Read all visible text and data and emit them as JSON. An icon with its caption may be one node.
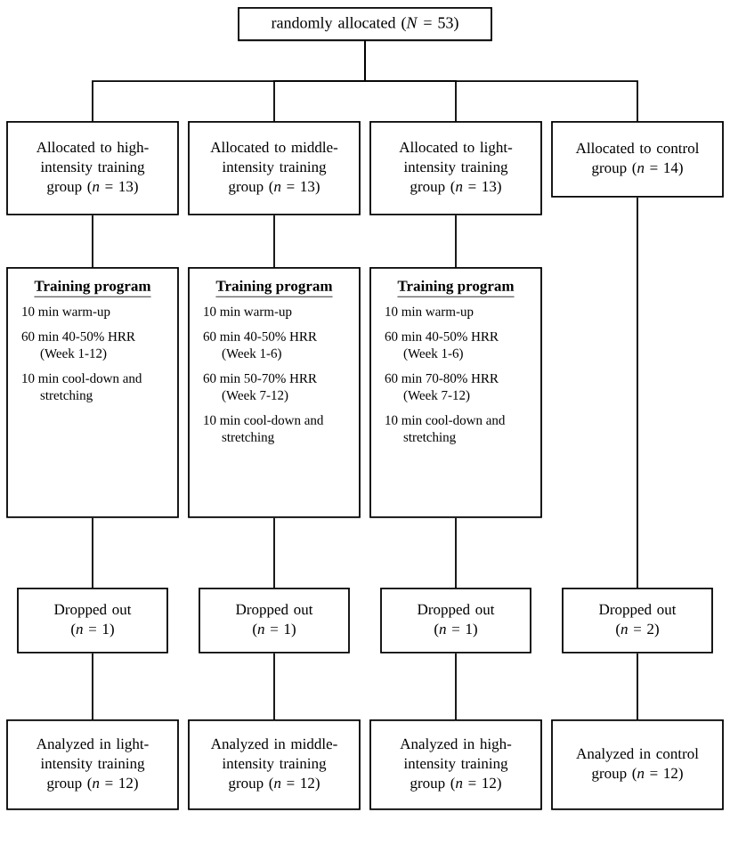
{
  "diagram": {
    "nodes": [
      {
        "text": [
          "randomly allocated (*N* = 53)"
        ]
      },
      {
        "text": [
          "Allocated to high-intensity training group (*n* = 13)"
        ]
      },
      {
        "text": [
          "Allocated to middle-intensity training group (*n* = 13)"
        ]
      },
      {
        "text": [
          "Allocated to light-intensity training group (*n* = 13)"
        ]
      },
      {
        "text": [
          "Allocated to control group (*n* = 14)"
        ]
      },
      {
        "text": [
          "Training program",
          "10 min warm-up",
          "60 min 40-50% HRR (Week 1-12)",
          "10 min cool-down and stretching"
        ]
      },
      {
        "text": [
          "Training program",
          "10 min warm-up",
          "60 min 40-50% HRR (Week 1-6)",
          "60 min 50-70% HRR (Week 7-12)",
          "10 min cool-down and stretching"
        ]
      },
      {
        "text": [
          "Training program",
          "10 min warm-up",
          "60 min 40-50% HRR (Week 1-6)",
          "60 min 70-80% HRR (Week 7-12)",
          "10 min cool-down and stretching"
        ]
      },
      {
        "text": [
          "Dropped out (*n* = 1)"
        ]
      },
      {
        "text": [
          "Dropped out (*n* = 1)"
        ]
      },
      {
        "text": [
          "Dropped out (*n* = 1)"
        ]
      },
      {
        "text": [
          "Dropped out (*n* = 2)"
        ]
      },
      {
        "text": [
          "Analyzed in light-intensity training group (*n* = 12)"
        ]
      },
      {
        "text": [
          "Analyzed in middle-intensity training group (*n* = 12)"
        ]
      },
      {
        "text": [
          "Analyzed in high-intensity training group (*n* = 12)"
        ]
      },
      {
        "text": [
          "Analyzed in control group (*n* = 12)"
        ]
      }
    ],
    "edges": [
      {
        "from": 0,
        "to": 1,
        "arrow": "none"
      },
      {
        "from": 0,
        "to": 2,
        "arrow": "none"
      },
      {
        "from": 0,
        "to": 3,
        "arrow": "none"
      },
      {
        "from": 0,
        "to": 4,
        "arrow": "none"
      },
      {
        "from": 1,
        "to": 5,
        "arrow": "none"
      },
      {
        "from": 2,
        "to": 6,
        "arrow": "none"
      },
      {
        "from": 3,
        "to": 7,
        "arrow": "none"
      },
      {
        "from": 4,
        "to": 11,
        "arrow": "none"
      },
      {
        "from": 5,
        "to": 8,
        "arrow": "none"
      },
      {
        "from": 6,
        "to": 9,
        "arrow": "none"
      },
      {
        "from": 7,
        "to": 10,
        "arrow": "none"
      },
      {
        "from": 8,
        "to": 12,
        "arrow": "none"
      },
      {
        "from": 9,
        "to": 13,
        "arrow": "none"
      },
      {
        "from": 10,
        "to": 14,
        "arrow": "none"
      },
      {
        "from": 11,
        "to": 15,
        "arrow": "none"
      }
    ]
  }
}
